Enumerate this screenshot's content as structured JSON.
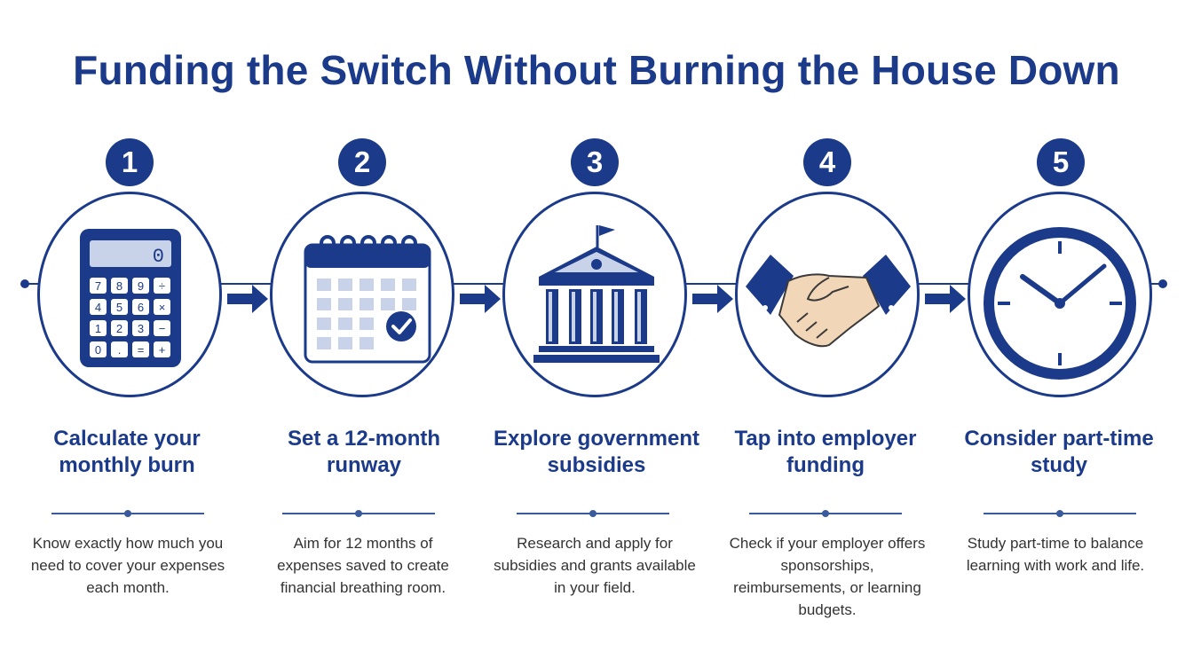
{
  "title": "Funding the Switch Without Burning the House Down",
  "colors": {
    "primary": "#1b3a8a",
    "light": "#c8d2e8",
    "skin": "#f2d6b8"
  },
  "steps": [
    {
      "number": "1",
      "heading": "Calculate your monthly burn",
      "description": "Know exactly how much you need to cover your expenses each month.",
      "icon": "calculator-icon",
      "calculator_display": "0",
      "calculator_keys": [
        "7",
        "8",
        "9",
        "÷",
        "4",
        "5",
        "6",
        "×",
        "1",
        "2",
        "3",
        "−",
        "0",
        ".",
        "=",
        "+"
      ]
    },
    {
      "number": "2",
      "heading": "Set a 12-month runway",
      "description": "Aim for 12 months of expenses saved to create financial breathing room.",
      "icon": "calendar-icon"
    },
    {
      "number": "3",
      "heading": "Explore government subsidies",
      "description": "Research and apply for subsidies and grants available in your field.",
      "icon": "government-building-icon"
    },
    {
      "number": "4",
      "heading": "Tap into employer funding",
      "description": "Check if your employer offers sponsorships, reimbursements, or learning budgets.",
      "icon": "handshake-icon"
    },
    {
      "number": "5",
      "heading": "Consider part-time study",
      "description": "Study part-time to balance learning with work and life.",
      "icon": "clock-icon"
    }
  ]
}
